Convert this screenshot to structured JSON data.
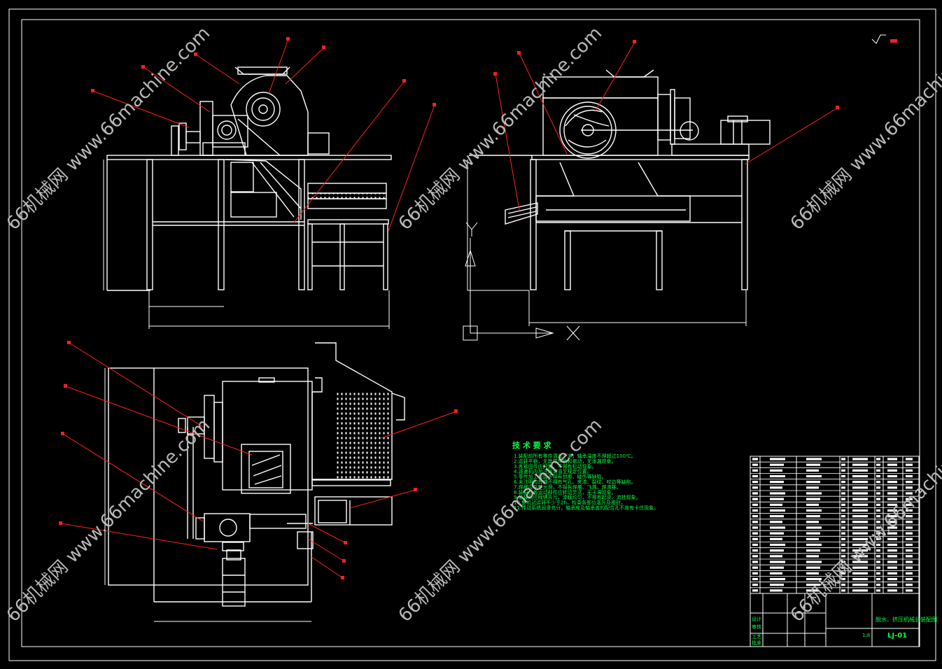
{
  "watermark": {
    "text": "66机械网 www.66machine.com",
    "color": "#b8b8b8"
  },
  "drawing": {
    "line_color": "#ffffff",
    "leader_color": "#ff2020",
    "text_color": "#00ff40",
    "axis_y_label": "Y",
    "axis_x_label": "X"
  },
  "tech_notes": {
    "title": "技 术 要 求",
    "lines": [
      "1.装配前所有零件清洗干净，轴承温度不得超过100℃。",
      "2.运转平稳，无异常声响和振动，无渗漏现象。",
      "3.各紧固件应拧紧，不得有松动现象。",
      "4.减速机内加注润滑油至规定位置。",
      "5.零件加工表面不得有划痕、碰伤等缺陷。",
      "6.未注明的焊缝不得有气孔、夹渣、裂纹、咬边等缺陷。",
      "7.焊缝应平整光滑，不得有焊瘤、飞溅、焊渣等。",
      "8.装配后各运动部件应转动灵活，无卡滞现象。",
      "9.涂装前应除锈去污，漆膜均匀，不得有起皮、流挂现象。",
      "10.整机试运转不少于2h，检查各部位温升及密封。",
      "11.传动系统润滑充分，轴承座及轴承盖的配合孔不准有卡住现象。"
    ]
  },
  "title_block": {
    "drawing_name": "脱水、挤压机械总装配图",
    "drawing_number": "LJ-01",
    "scale": "1:8",
    "labels": [
      "设计",
      "审核",
      "工艺",
      "批准"
    ]
  }
}
